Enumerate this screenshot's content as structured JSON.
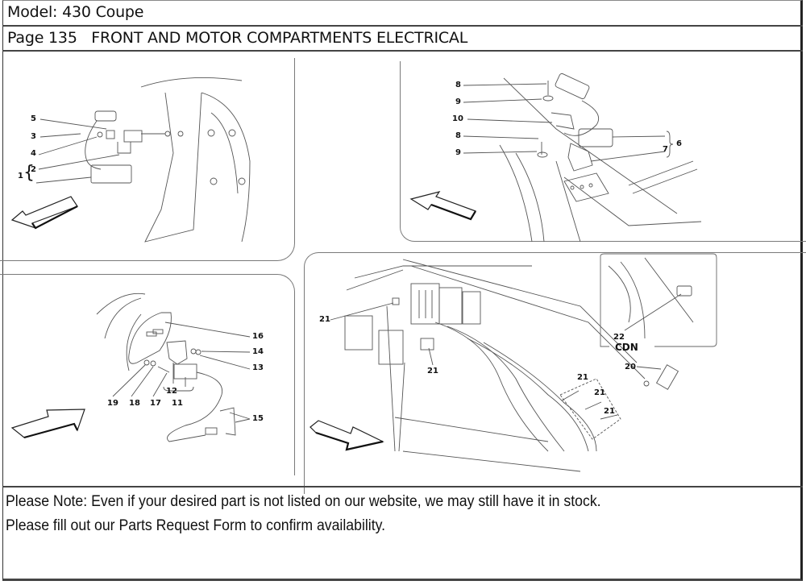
{
  "header": {
    "model_line": "Model: 430 Coupe",
    "page_line": "Page 135   FRONT AND MOTOR COMPARTMENTS ELECTRICAL"
  },
  "diagrams": {
    "top_left": {
      "callouts": [
        "5",
        "3",
        "4",
        "2",
        "1"
      ],
      "direction_arrow": "arrow-left-down"
    },
    "top_right": {
      "callouts": [
        "8",
        "9",
        "10",
        "8",
        "9",
        "6",
        "7"
      ],
      "direction_arrow": "arrow-left-up"
    },
    "bottom_left": {
      "callouts": [
        "16",
        "14",
        "13",
        "12",
        "11",
        "19",
        "18",
        "17",
        "15"
      ],
      "direction_arrow": "arrow-right-up"
    },
    "bottom_right": {
      "callouts": [
        "21",
        "21",
        "21",
        "21",
        "21",
        "20",
        "22"
      ],
      "inset_label": "CDN",
      "direction_arrow": "arrow-right-down"
    }
  },
  "note": {
    "line1": "Please Note: Even if your desired part is not listed on our website, we may still have it in stock.",
    "line2": "Please fill out our Parts Request Form to confirm availability."
  }
}
